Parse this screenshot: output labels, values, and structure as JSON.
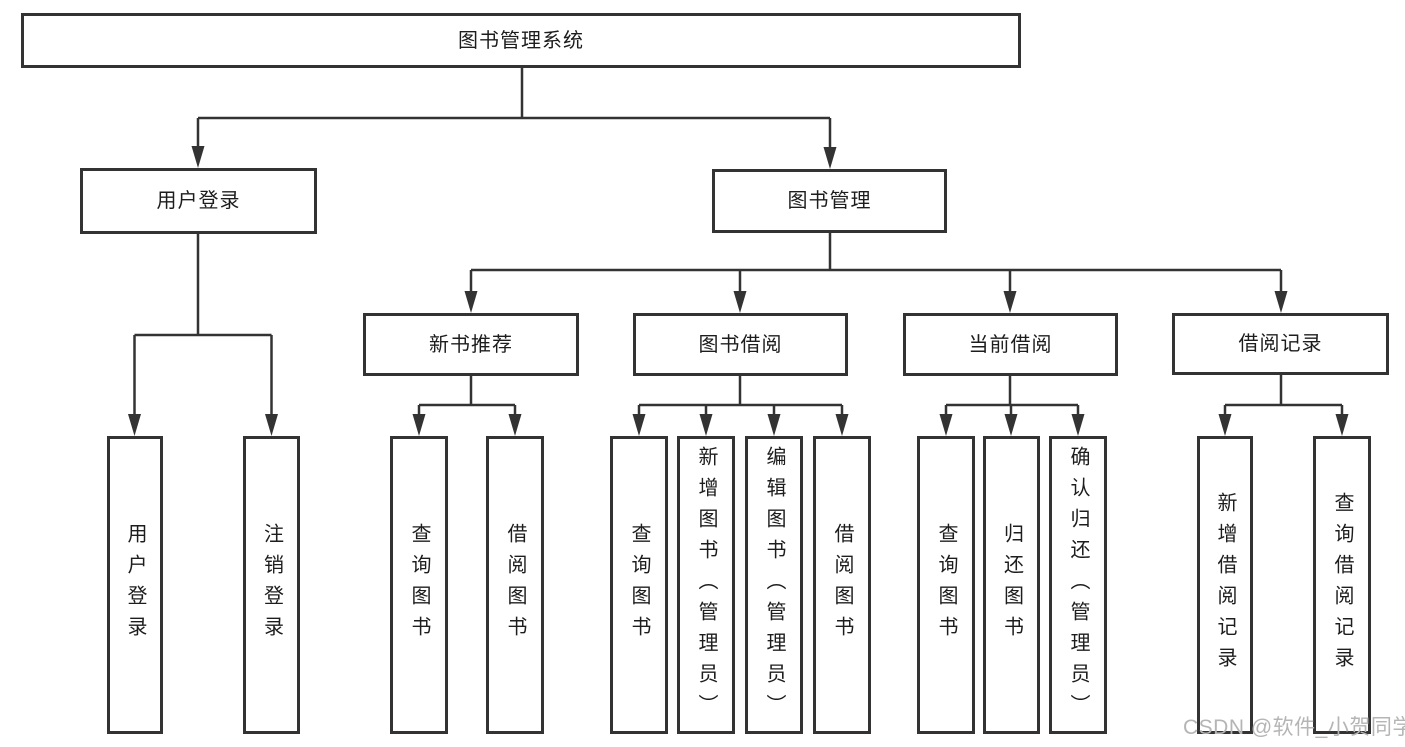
{
  "colors": {
    "line": "#333333",
    "text": "#1d1d1d",
    "watermark": "#b5b5b5",
    "background": "#ffffff"
  },
  "watermark": {
    "text": "CSDN @软件_小贺同学"
  },
  "tree": {
    "label": "图书管理系统",
    "children": [
      {
        "label": "用户登录",
        "children": [
          {
            "label": "用户登录"
          },
          {
            "label": "注销登录"
          }
        ]
      },
      {
        "label": "图书管理",
        "children": [
          {
            "label": "新书推荐",
            "children": [
              {
                "label": "查询图书"
              },
              {
                "label": "借阅图书"
              }
            ]
          },
          {
            "label": "图书借阅",
            "children": [
              {
                "label": "查询图书"
              },
              {
                "label": "新增图书（管理员）"
              },
              {
                "label": "编辑图书（管理员）"
              },
              {
                "label": "借阅图书"
              }
            ]
          },
          {
            "label": "当前借阅",
            "children": [
              {
                "label": "查询图书"
              },
              {
                "label": "归还图书"
              },
              {
                "label": "确认归还（管理员）"
              }
            ]
          },
          {
            "label": "借阅记录",
            "children": [
              {
                "label": "新增借阅记录"
              },
              {
                "label": "查询借阅记录"
              }
            ]
          }
        ]
      }
    ]
  }
}
